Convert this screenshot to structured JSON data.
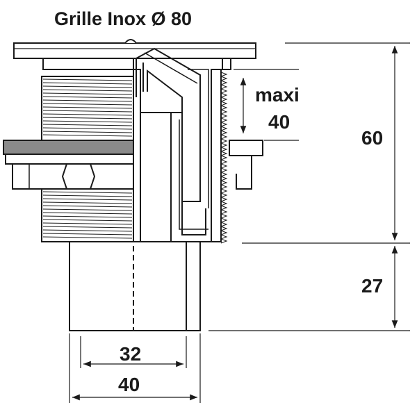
{
  "diagram": {
    "title": "Grille Inox Ø 80",
    "dimensions": {
      "max_clamp_label": "maxi",
      "max_clamp_value": "40",
      "total_height": "60",
      "lower_height": "27",
      "inner_diameter": "32",
      "outer_diameter": "40"
    }
  },
  "colors": {
    "line": "#1a1a1a",
    "body_fill": "#ffffff",
    "countertop": "#8a8a8a",
    "dimension_line": "#1a1a1a"
  }
}
